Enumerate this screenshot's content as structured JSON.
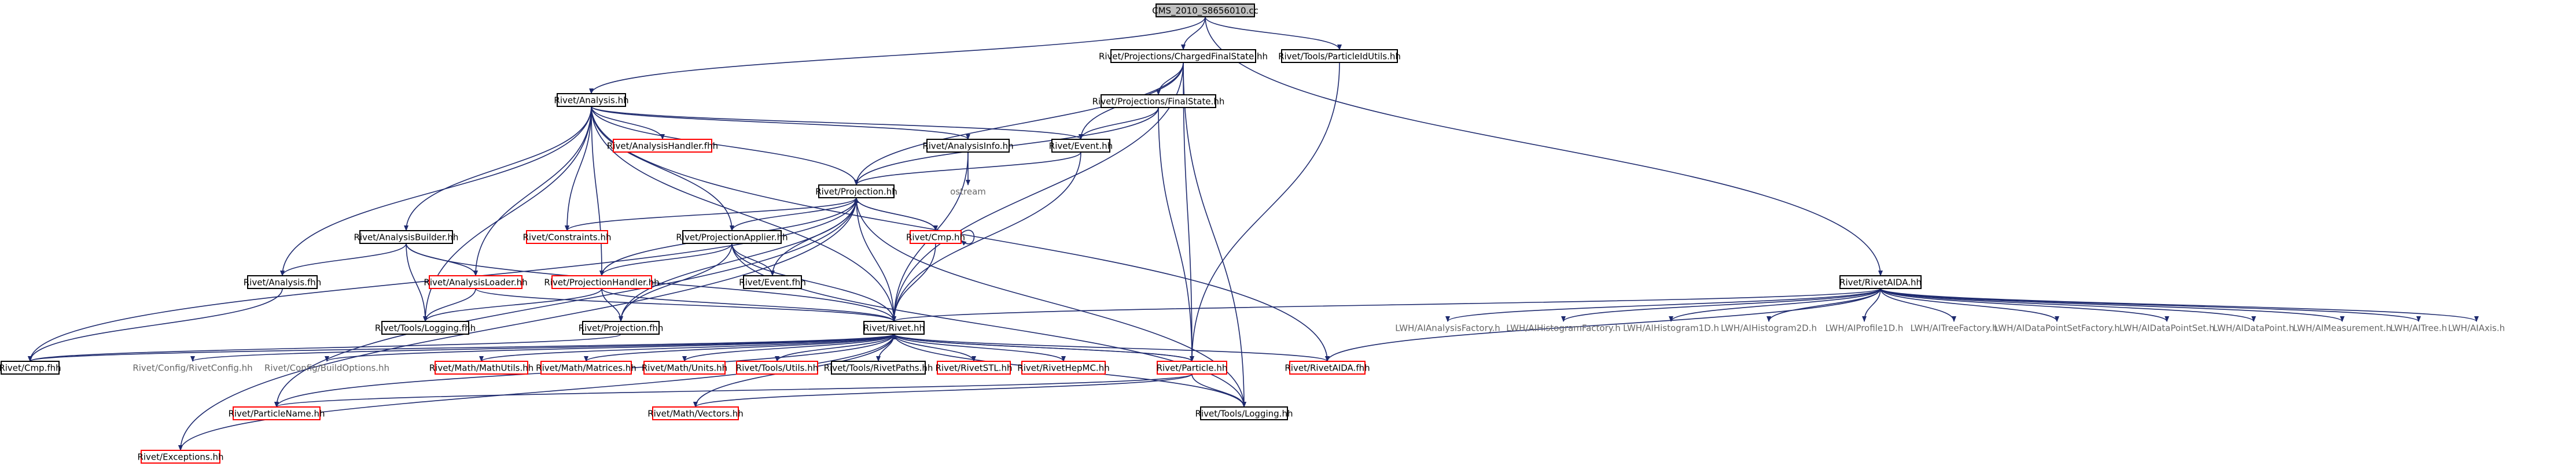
{
  "colors": {
    "edge": "#1e2a6e",
    "root_fill": "#c0c0c0",
    "box_stroke": "#000000",
    "box_text": "#000000",
    "incomplete_stroke": "#ff0000",
    "incomplete_text": "#ff0000",
    "external_text": "#666666"
  },
  "nodes": [
    {
      "id": "root",
      "label": "CMS_2010_S8656010.cc",
      "style": "root"
    },
    {
      "id": "cfs",
      "label": "Rivet/Projections/ChargedFinalState.hh",
      "style": "box"
    },
    {
      "id": "putils",
      "label": "Rivet/Tools/ParticleIdUtils.hh",
      "style": "box"
    },
    {
      "id": "analysis",
      "label": "Rivet/Analysis.hh",
      "style": "box"
    },
    {
      "id": "fs",
      "label": "Rivet/Projections/FinalState.hh",
      "style": "box"
    },
    {
      "id": "ahandler",
      "label": "Rivet/AnalysisHandler.fhh",
      "style": "incomplete"
    },
    {
      "id": "ainfo",
      "label": "Rivet/AnalysisInfo.hh",
      "style": "box"
    },
    {
      "id": "event",
      "label": "Rivet/Event.hh",
      "style": "box"
    },
    {
      "id": "projection",
      "label": "Rivet/Projection.hh",
      "style": "box"
    },
    {
      "id": "ostream",
      "label": "ostream",
      "style": "external"
    },
    {
      "id": "abuilder",
      "label": "Rivet/AnalysisBuilder.hh",
      "style": "box"
    },
    {
      "id": "constraints",
      "label": "Rivet/Constraints.hh",
      "style": "incomplete"
    },
    {
      "id": "papplier",
      "label": "Rivet/ProjectionApplier.hh",
      "style": "box"
    },
    {
      "id": "cmp",
      "label": "Rivet/Cmp.hh",
      "style": "incomplete"
    },
    {
      "id": "afhh",
      "label": "Rivet/Analysis.fhh",
      "style": "box"
    },
    {
      "id": "aloader",
      "label": "Rivet/AnalysisLoader.hh",
      "style": "incomplete"
    },
    {
      "id": "phandler",
      "label": "Rivet/ProjectionHandler.hh",
      "style": "incomplete"
    },
    {
      "id": "eventfhh",
      "label": "Rivet/Event.fhh",
      "style": "box"
    },
    {
      "id": "logfhh",
      "label": "Rivet/Tools/Logging.fhh",
      "style": "box"
    },
    {
      "id": "projfhh",
      "label": "Rivet/Projection.fhh",
      "style": "box"
    },
    {
      "id": "rivethh",
      "label": "Rivet/Rivet.hh",
      "style": "box"
    },
    {
      "id": "cmpfhh",
      "label": "Rivet/Cmp.fhh",
      "style": "box"
    },
    {
      "id": "rconfig",
      "label": "Rivet/Config/RivetConfig.hh",
      "style": "external"
    },
    {
      "id": "bconfig",
      "label": "Rivet/Config/BuildOptions.hh",
      "style": "external"
    },
    {
      "id": "mathutils",
      "label": "Rivet/Math/MathUtils.hh",
      "style": "incomplete"
    },
    {
      "id": "matrices",
      "label": "Rivet/Math/Matrices.hh",
      "style": "incomplete"
    },
    {
      "id": "units",
      "label": "Rivet/Math/Units.hh",
      "style": "incomplete"
    },
    {
      "id": "utils",
      "label": "Rivet/Tools/Utils.hh",
      "style": "incomplete"
    },
    {
      "id": "rpaths",
      "label": "Rivet/Tools/RivetPaths.hh",
      "style": "box"
    },
    {
      "id": "stl",
      "label": "Rivet/RivetSTL.hh",
      "style": "incomplete"
    },
    {
      "id": "hepmc",
      "label": "Rivet/RivetHepMC.hh",
      "style": "incomplete"
    },
    {
      "id": "particle",
      "label": "Rivet/Particle.hh",
      "style": "incomplete"
    },
    {
      "id": "aida",
      "label": "Rivet/RivetAIDA.fhh",
      "style": "incomplete"
    },
    {
      "id": "pname",
      "label": "Rivet/ParticleName.hh",
      "style": "incomplete"
    },
    {
      "id": "vectors",
      "label": "Rivet/Math/Vectors.hh",
      "style": "incomplete"
    },
    {
      "id": "loghh",
      "label": "Rivet/Tools/Logging.hh",
      "style": "box"
    },
    {
      "id": "exceptions",
      "label": "Rivet/Exceptions.hh",
      "style": "incomplete"
    },
    {
      "id": "raida",
      "label": "Rivet/RivetAIDA.hh",
      "style": "box"
    },
    {
      "id": "lwh_af",
      "label": "LWH/AIAnalysisFactory.h",
      "style": "external"
    },
    {
      "id": "lwh_hf",
      "label": "LWH/AIHistogramFactory.h",
      "style": "external"
    },
    {
      "id": "lwh_h1",
      "label": "LWH/AIHistogram1D.h",
      "style": "external"
    },
    {
      "id": "lwh_h2",
      "label": "LWH/AIHistogram2D.h",
      "style": "external"
    },
    {
      "id": "lwh_p1",
      "label": "LWH/AIProfile1D.h",
      "style": "external"
    },
    {
      "id": "lwh_tf",
      "label": "LWH/AITreeFactory.h",
      "style": "external"
    },
    {
      "id": "lwh_dpsf",
      "label": "LWH/AIDataPointSetFactory.h",
      "style": "external"
    },
    {
      "id": "lwh_dps",
      "label": "LWH/AIDataPointSet.h",
      "style": "external"
    },
    {
      "id": "lwh_dp",
      "label": "LWH/AIDataPoint.h",
      "style": "external"
    },
    {
      "id": "lwh_meas",
      "label": "LWH/AIMeasurement.h",
      "style": "external"
    },
    {
      "id": "lwh_tree",
      "label": "LWH/AITree.h",
      "style": "external"
    },
    {
      "id": "lwh_axis",
      "label": "LWH/AIAxis.h",
      "style": "external"
    }
  ],
  "edges": [
    [
      "root",
      "cfs"
    ],
    [
      "root",
      "putils"
    ],
    [
      "root",
      "analysis"
    ],
    [
      "root",
      "raida"
    ],
    [
      "cfs",
      "fs"
    ],
    [
      "cfs",
      "event"
    ],
    [
      "cfs",
      "projection"
    ],
    [
      "cfs",
      "rivethh"
    ],
    [
      "cfs",
      "particle"
    ],
    [
      "cfs",
      "loghh"
    ],
    [
      "putils",
      "particle"
    ],
    [
      "analysis",
      "ahandler"
    ],
    [
      "analysis",
      "ainfo"
    ],
    [
      "analysis",
      "event"
    ],
    [
      "analysis",
      "projection"
    ],
    [
      "analysis",
      "abuilder"
    ],
    [
      "analysis",
      "constraints"
    ],
    [
      "analysis",
      "papplier"
    ],
    [
      "analysis",
      "afhh"
    ],
    [
      "analysis",
      "aloader"
    ],
    [
      "analysis",
      "phandler"
    ],
    [
      "analysis",
      "logfhh"
    ],
    [
      "analysis",
      "rivethh"
    ],
    [
      "analysis",
      "aida"
    ],
    [
      "fs",
      "projection"
    ],
    [
      "fs",
      "event"
    ],
    [
      "fs",
      "particle"
    ],
    [
      "ainfo",
      "ostream"
    ],
    [
      "ainfo",
      "rivethh"
    ],
    [
      "event",
      "projection"
    ],
    [
      "event",
      "rivethh"
    ],
    [
      "projection",
      "constraints"
    ],
    [
      "projection",
      "papplier"
    ],
    [
      "projection",
      "cmp"
    ],
    [
      "projection",
      "phandler"
    ],
    [
      "projection",
      "eventfhh"
    ],
    [
      "projection",
      "projfhh"
    ],
    [
      "projection",
      "rivethh"
    ],
    [
      "projection",
      "cmpfhh"
    ],
    [
      "projection",
      "loghh"
    ],
    [
      "projection",
      "pname"
    ],
    [
      "projection",
      "exceptions"
    ],
    [
      "cmp",
      "cmp"
    ],
    [
      "cmp",
      "projection"
    ],
    [
      "cmp",
      "rivethh"
    ],
    [
      "abuilder",
      "afhh"
    ],
    [
      "abuilder",
      "aloader"
    ],
    [
      "abuilder",
      "logfhh"
    ],
    [
      "abuilder",
      "rivethh"
    ],
    [
      "papplier",
      "phandler"
    ],
    [
      "papplier",
      "eventfhh"
    ],
    [
      "papplier",
      "projfhh"
    ],
    [
      "papplier",
      "rivethh"
    ],
    [
      "papplier",
      "loghh"
    ],
    [
      "afhh",
      "cmpfhh"
    ],
    [
      "aloader",
      "logfhh"
    ],
    [
      "aloader",
      "rivethh"
    ],
    [
      "phandler",
      "logfhh"
    ],
    [
      "phandler",
      "rivethh"
    ],
    [
      "phandler",
      "projfhh"
    ],
    [
      "projfhh",
      "cmpfhh"
    ],
    [
      "rivethh",
      "rconfig"
    ],
    [
      "rivethh",
      "bconfig"
    ],
    [
      "rivethh",
      "mathutils"
    ],
    [
      "rivethh",
      "matrices"
    ],
    [
      "rivethh",
      "units"
    ],
    [
      "rivethh",
      "utils"
    ],
    [
      "rivethh",
      "rpaths"
    ],
    [
      "rivethh",
      "stl"
    ],
    [
      "rivethh",
      "hepmc"
    ],
    [
      "rivethh",
      "particle"
    ],
    [
      "rivethh",
      "aida"
    ],
    [
      "rivethh",
      "loghh"
    ],
    [
      "rivethh",
      "pname"
    ],
    [
      "rivethh",
      "vectors"
    ],
    [
      "rivethh",
      "exceptions"
    ],
    [
      "rivethh",
      "cmpfhh"
    ],
    [
      "particle",
      "rivethh"
    ],
    [
      "particle",
      "pname"
    ],
    [
      "particle",
      "vectors"
    ],
    [
      "particle",
      "loghh"
    ],
    [
      "raida",
      "rivethh"
    ],
    [
      "raida",
      "aida"
    ],
    [
      "raida",
      "lwh_af"
    ],
    [
      "raida",
      "lwh_hf"
    ],
    [
      "raida",
      "lwh_h1"
    ],
    [
      "raida",
      "lwh_h2"
    ],
    [
      "raida",
      "lwh_p1"
    ],
    [
      "raida",
      "lwh_tf"
    ],
    [
      "raida",
      "lwh_dpsf"
    ],
    [
      "raida",
      "lwh_dps"
    ],
    [
      "raida",
      "lwh_dp"
    ],
    [
      "raida",
      "lwh_meas"
    ],
    [
      "raida",
      "lwh_tree"
    ],
    [
      "raida",
      "lwh_axis"
    ]
  ]
}
